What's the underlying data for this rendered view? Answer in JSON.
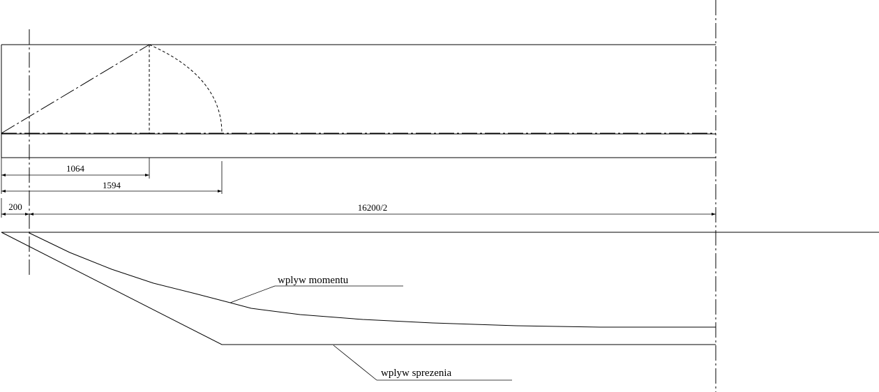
{
  "dimensions": {
    "d1064": "1064",
    "d1594": "1594",
    "d200": "200",
    "d16200": "16200/2"
  },
  "labels": {
    "moment": "wplyw momentu",
    "prestress": "wplyw sprezenia"
  }
}
